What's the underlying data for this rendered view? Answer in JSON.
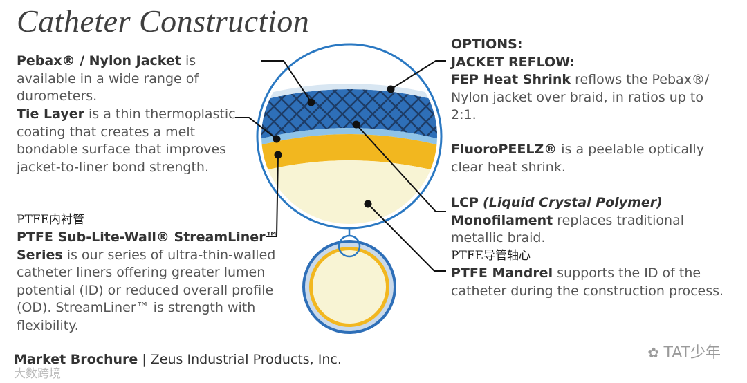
{
  "title": "Catheter Construction",
  "left": {
    "pebax": {
      "bold": "Pebax® / Nylon Jacket",
      "rest": " is available in a wide range of durometers."
    },
    "tie": {
      "bold": "Tie Layer",
      "rest": " is a thin thermoplastic coating that creates a melt bondable surface that improves jacket-to-liner bond strength."
    },
    "ptfe_cn": "PTFE内衬管",
    "ptfe": {
      "bold": "PTFE Sub-Lite-Wall® StreamLiner™ Series",
      "rest": " is our series of ultra-thin-walled catheter liners offering greater lumen potential (ID) or reduced overall profile (OD). StreamLiner™ is strength with flexibility."
    }
  },
  "right": {
    "options": "OPTIONS:",
    "reflow": "JACKET REFLOW:",
    "fep": {
      "bold": "FEP Heat Shrink",
      "rest": " reflows the Pebax®/ Nylon jacket over braid, in ratios up to 2:1."
    },
    "fluoro": {
      "bold": "FluoroPEELZ®",
      "rest": " is a peelable optically clear heat shrink."
    },
    "lcp": {
      "bold": "LCP",
      "italic": "(Liquid Crystal Polymer)",
      "bold2": "Monofilament",
      "rest": " replaces traditional metallic braid."
    },
    "mandrel_cn": "PTFE导管轴心",
    "mandrel": {
      "bold": "PTFE Mandrel",
      "rest": " supports the ID of the catheter during the construction process."
    }
  },
  "footer": {
    "bold": "Market Brochure",
    "sep": " | ",
    "rest": "Zeus Industrial Products, Inc."
  },
  "watermark": "TAT少年",
  "watermark2": "大数跨境",
  "colors": {
    "jacket_blue": "#2e6fb8",
    "tie_lightblue": "#8fc3e8",
    "liner_yellow": "#f2b71f",
    "mandrel_cream": "#f8f4d4",
    "outline": "#2a78c2"
  }
}
